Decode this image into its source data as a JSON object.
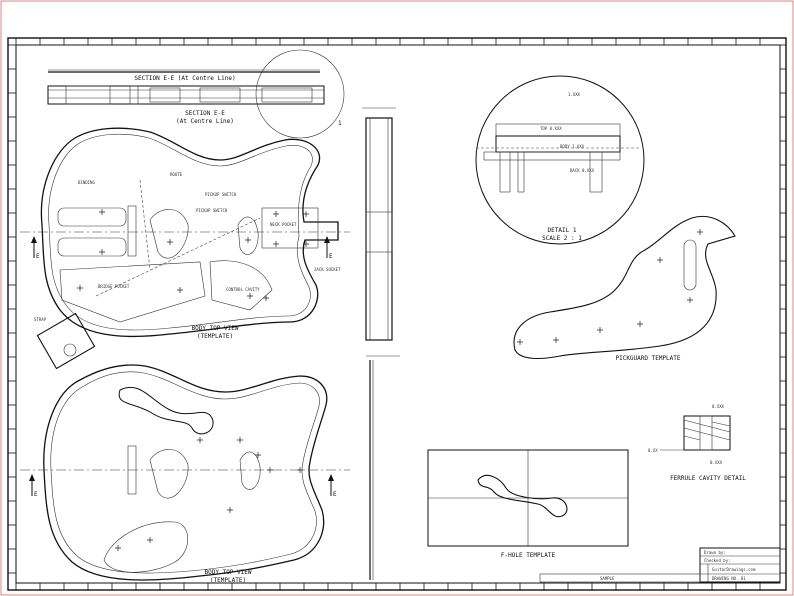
{
  "views": {
    "section_top_title": "SECTION E-E (At Centre Line)",
    "section_bottom_title": "SECTION E-E",
    "section_bottom_sub": "(At Centre Line)",
    "detail_callout": "1",
    "body_top_title": "BODY TOP VIEW",
    "body_top_sub": "(TEMPLATE)",
    "body_back_title": "BODY TOP VIEW",
    "body_back_sub": "(TEMPLATE)",
    "detail_title": "DETAIL 1",
    "detail_scale": "SCALE 2 : 1",
    "pickguard_title": "PICKGUARD TEMPLATE",
    "fhole_title": "F-HOLE TEMPLATE",
    "ferrule_title": "FERRULE CAVITY DETAIL",
    "section_marker": "E"
  },
  "body_annotations": {
    "neck_pocket": "NECK POCKET",
    "bridge_pocket": "BRIDGE POCKET",
    "pickup_switch": "PICKUP SWITCH",
    "pickup_switch_2": "PICKUP SWITCH",
    "jack_socket": "JACK SOCKET",
    "control_cavity": "CONTROL CAVITY",
    "binding": "BINDING",
    "route_note": "ROUTE",
    "strap": "STRAP"
  },
  "detail_annotations": {
    "a": "1.XXX",
    "b": "TOP 0.XXX",
    "c": "BODY 1.XXX",
    "d": "BACK 0.XXX"
  },
  "ferrule_annotations": {
    "a": "0.XXX",
    "b": "0.XX",
    "c": "0.XXX"
  },
  "title_block": {
    "line1": "Drawn by:",
    "line2": "Checked by:",
    "line3": "SAMPLE",
    "company": "GuitarDrawings.com",
    "drawing_no": "DRAWING NO. 01"
  }
}
